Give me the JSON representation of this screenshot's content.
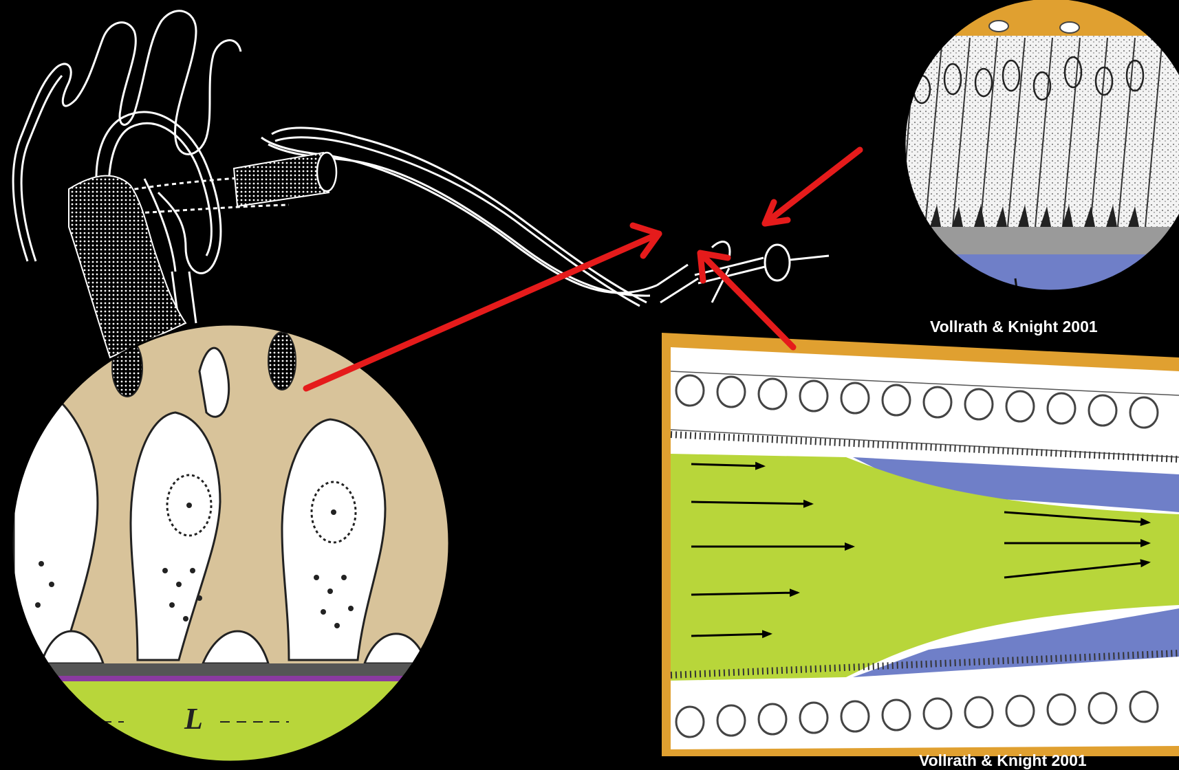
{
  "captions": {
    "top_right": "Vollrath & Knight 2001",
    "bottom_right": "Vollrath & Knight 2001"
  },
  "inset_labels": {
    "lumen": "L"
  },
  "colors": {
    "background": "#000000",
    "outline": "#ffffff",
    "arrow": "#e51b1b",
    "cuticle_orange": "#e0a030",
    "lumen_green": "#b8d63a",
    "tan_cells": "#d8c39a",
    "blue_layer": "#6f7fc8"
  }
}
